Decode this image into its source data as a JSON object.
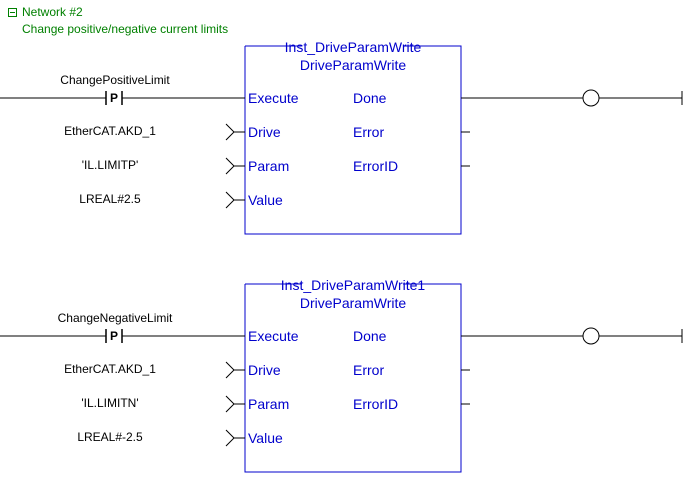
{
  "network": {
    "title": "Network #2",
    "comment": "Change positive/negative current limits"
  },
  "blocks": [
    {
      "instance": "Inst_DriveParamWrite",
      "type": "DriveParamWrite",
      "contact": "ChangePositiveLimit",
      "contact_type": "P",
      "inputs": [
        {
          "pin": "Execute"
        },
        {
          "pin": "Drive",
          "value": "EtherCAT.AKD_1"
        },
        {
          "pin": "Param",
          "value": "'IL.LIMITP'"
        },
        {
          "pin": "Value",
          "value": "LREAL#2.5"
        }
      ],
      "outputs": [
        "Done",
        "Error",
        "ErrorID"
      ]
    },
    {
      "instance": "Inst_DriveParamWrite1",
      "type": "DriveParamWrite",
      "contact": "ChangeNegativeLimit",
      "contact_type": "P",
      "inputs": [
        {
          "pin": "Execute"
        },
        {
          "pin": "Drive",
          "value": "EtherCAT.AKD_1"
        },
        {
          "pin": "Param",
          "value": "'IL.LIMITN'"
        },
        {
          "pin": "Value",
          "value": "LREAL#-2.5"
        }
      ],
      "outputs": [
        "Done",
        "Error",
        "ErrorID"
      ]
    }
  ],
  "colors": {
    "comment": "#008000",
    "block": "#0000cc",
    "wire": "#000000"
  }
}
